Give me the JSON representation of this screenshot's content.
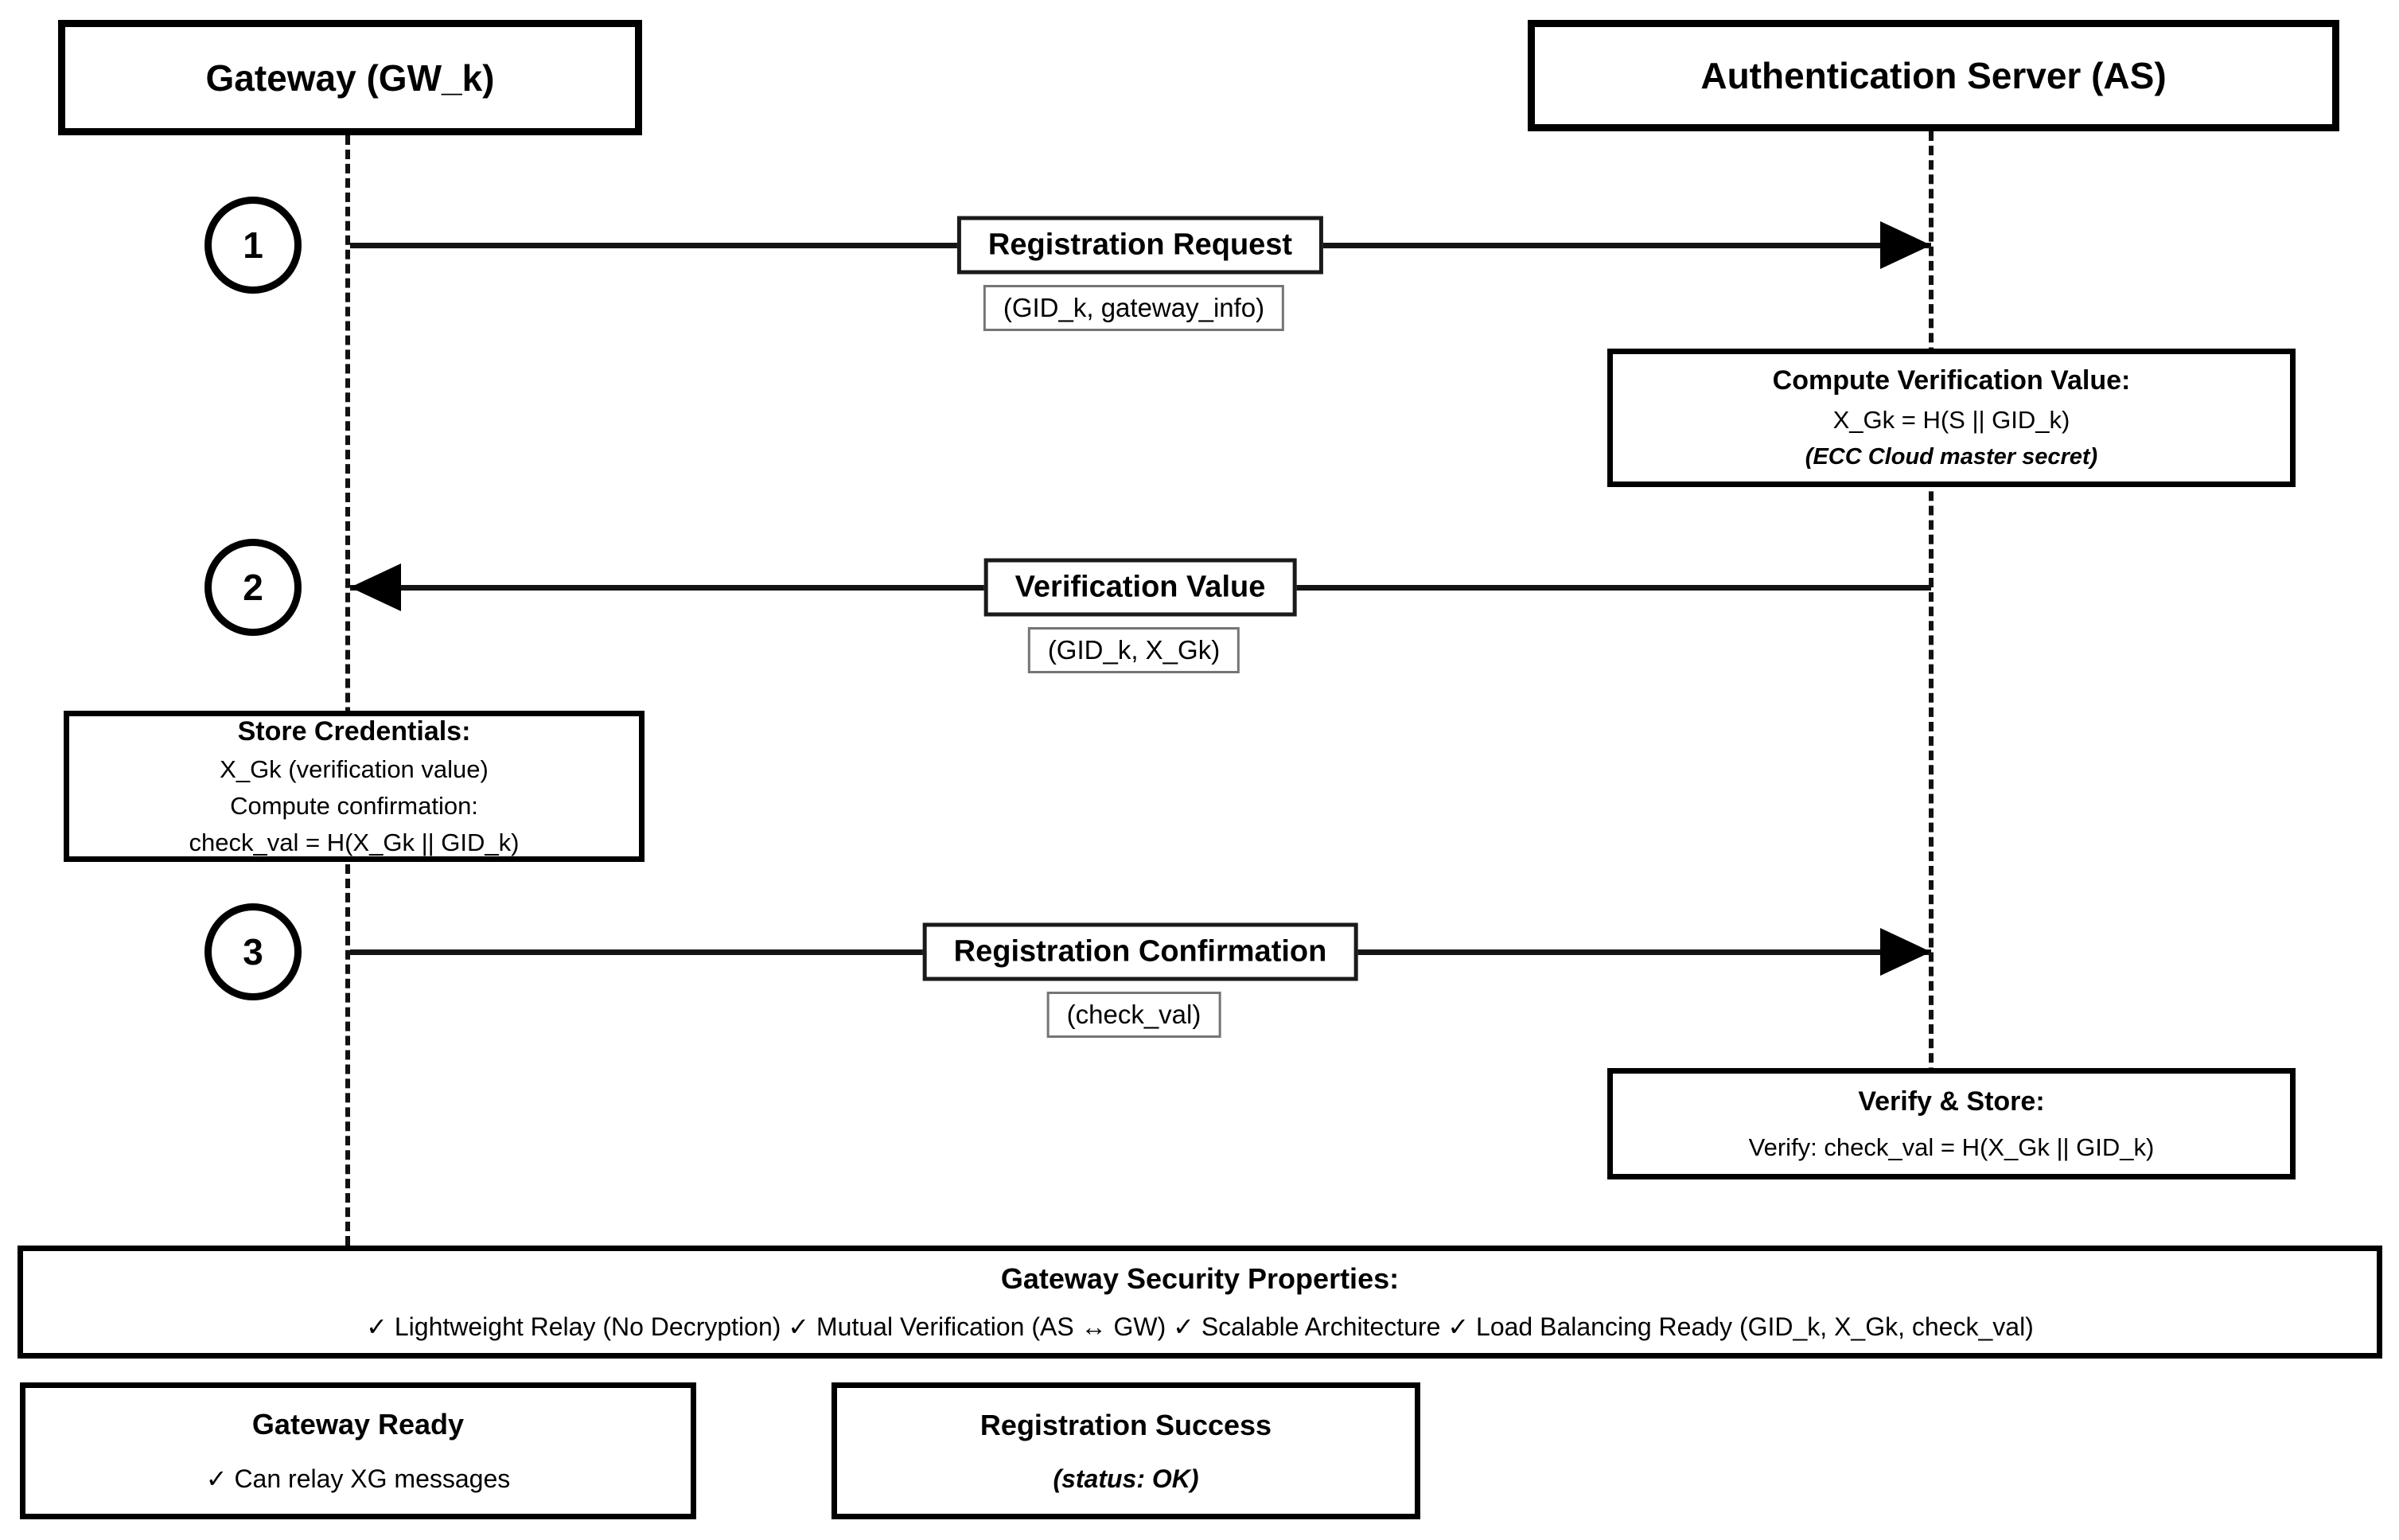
{
  "actors": [
    {
      "label": "Gateway (GW_k)"
    },
    {
      "label": "Authentication Server (AS)"
    }
  ],
  "steps": [
    {
      "num": "1",
      "label": "Registration Request",
      "params": "(GID_k, gateway_info)",
      "direction": "gateway-to-as"
    },
    {
      "num": "2",
      "label": "Verification Value",
      "params": "(GID_k, X_Gk)",
      "direction": "as-to-gateway"
    },
    {
      "num": "3",
      "label": "Registration Confirmation",
      "params": "(check_val)",
      "direction": "gateway-to-as"
    }
  ],
  "notes": [
    {
      "title": "Compute Verification Value:",
      "lines": [
        "X_Gk = H(S || GID_k)"
      ],
      "italic_line": "(ECC Cloud master secret)"
    },
    {
      "title": "Store Credentials:",
      "lines": [
        "X_Gk (verification value)",
        "Compute confirmation:",
        "check_val = H(X_Gk || GID_k)"
      ]
    },
    {
      "title": "Verify & Store:",
      "lines": [
        "Verify: check_val = H(X_Gk || GID_k)"
      ]
    }
  ],
  "security": {
    "title": "Gateway Security Properties:",
    "items": "✓ Lightweight Relay (No Decryption) ✓ Mutual Verification (AS ↔ GW) ✓ Scalable Architecture ✓ Load Balancing Ready (GID_k, X_Gk, check_val)"
  },
  "status_boxes": [
    {
      "title": "Gateway Ready",
      "line": "✓ Can relay XG messages"
    },
    {
      "title": "Registration Success",
      "line": "(status: OK)"
    }
  ],
  "colors": {
    "ink": "#000000",
    "muted_border": "#757575",
    "background": "#ffffff"
  }
}
